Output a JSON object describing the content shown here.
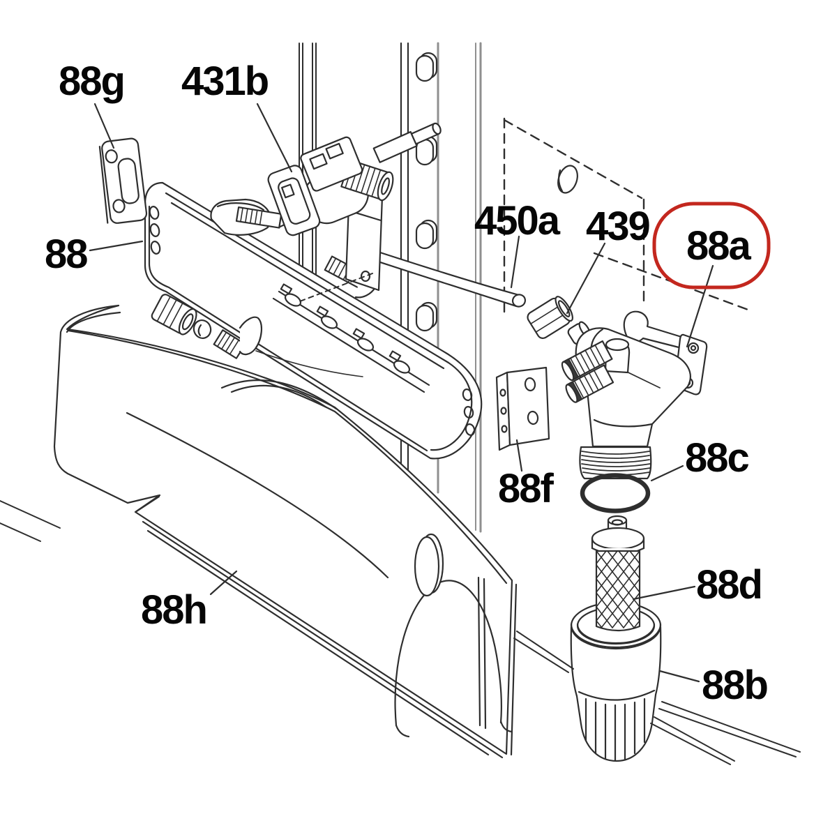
{
  "diagram": {
    "type": "exploded-parts-diagram",
    "part_labels": {
      "88g": "88g",
      "431b": "431b",
      "88": "88",
      "450a": "450a",
      "439": "439",
      "88a": "88a",
      "88c": "88c",
      "88f": "88f",
      "88d": "88d",
      "88b": "88b",
      "88h": "88h"
    },
    "highlighted_part_label": "88a",
    "colors": {
      "highlight": "#c3271e",
      "line": "#2e2e2e",
      "line_light": "#8f8f8f",
      "label_text": "#060606",
      "background": "#ffffff"
    }
  }
}
